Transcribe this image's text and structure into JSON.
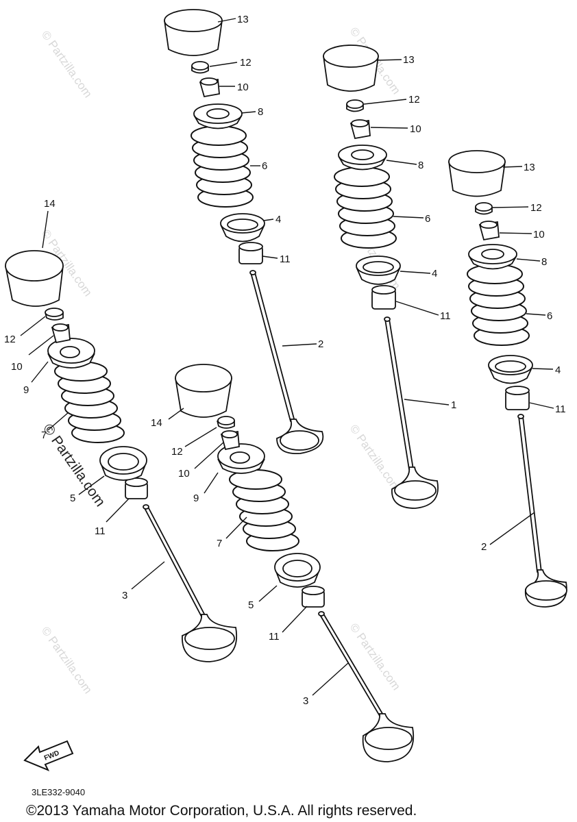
{
  "diagram": {
    "part_code": "3LE332-9040",
    "copyright": "©2013  Yamaha Motor Corporation, U.S.A. All rights reserved.",
    "fwd_label": "FWD",
    "watermark": "© Partzilla.com",
    "labels": {
      "a13": "13",
      "a12": "12",
      "a10": "10",
      "a8": "8",
      "a6": "6",
      "a4": "4",
      "a11": "11",
      "a2": "2",
      "b13": "13",
      "b12": "12",
      "b10": "10",
      "b8": "8",
      "b6": "6",
      "b4": "4",
      "b11": "11",
      "b1": "1",
      "c13": "13",
      "c12": "12",
      "c10": "10",
      "c8": "8",
      "c6": "6",
      "c4": "4",
      "c11": "11",
      "c2": "2",
      "d14": "14",
      "d12": "12",
      "d10": "10",
      "d9": "9",
      "d7": "7",
      "d5": "5",
      "d11": "11",
      "d3": "3",
      "e14": "14",
      "e12": "12",
      "e10": "10",
      "e9": "9",
      "e7": "7",
      "e5": "5",
      "e11": "11",
      "e3": "3"
    }
  }
}
